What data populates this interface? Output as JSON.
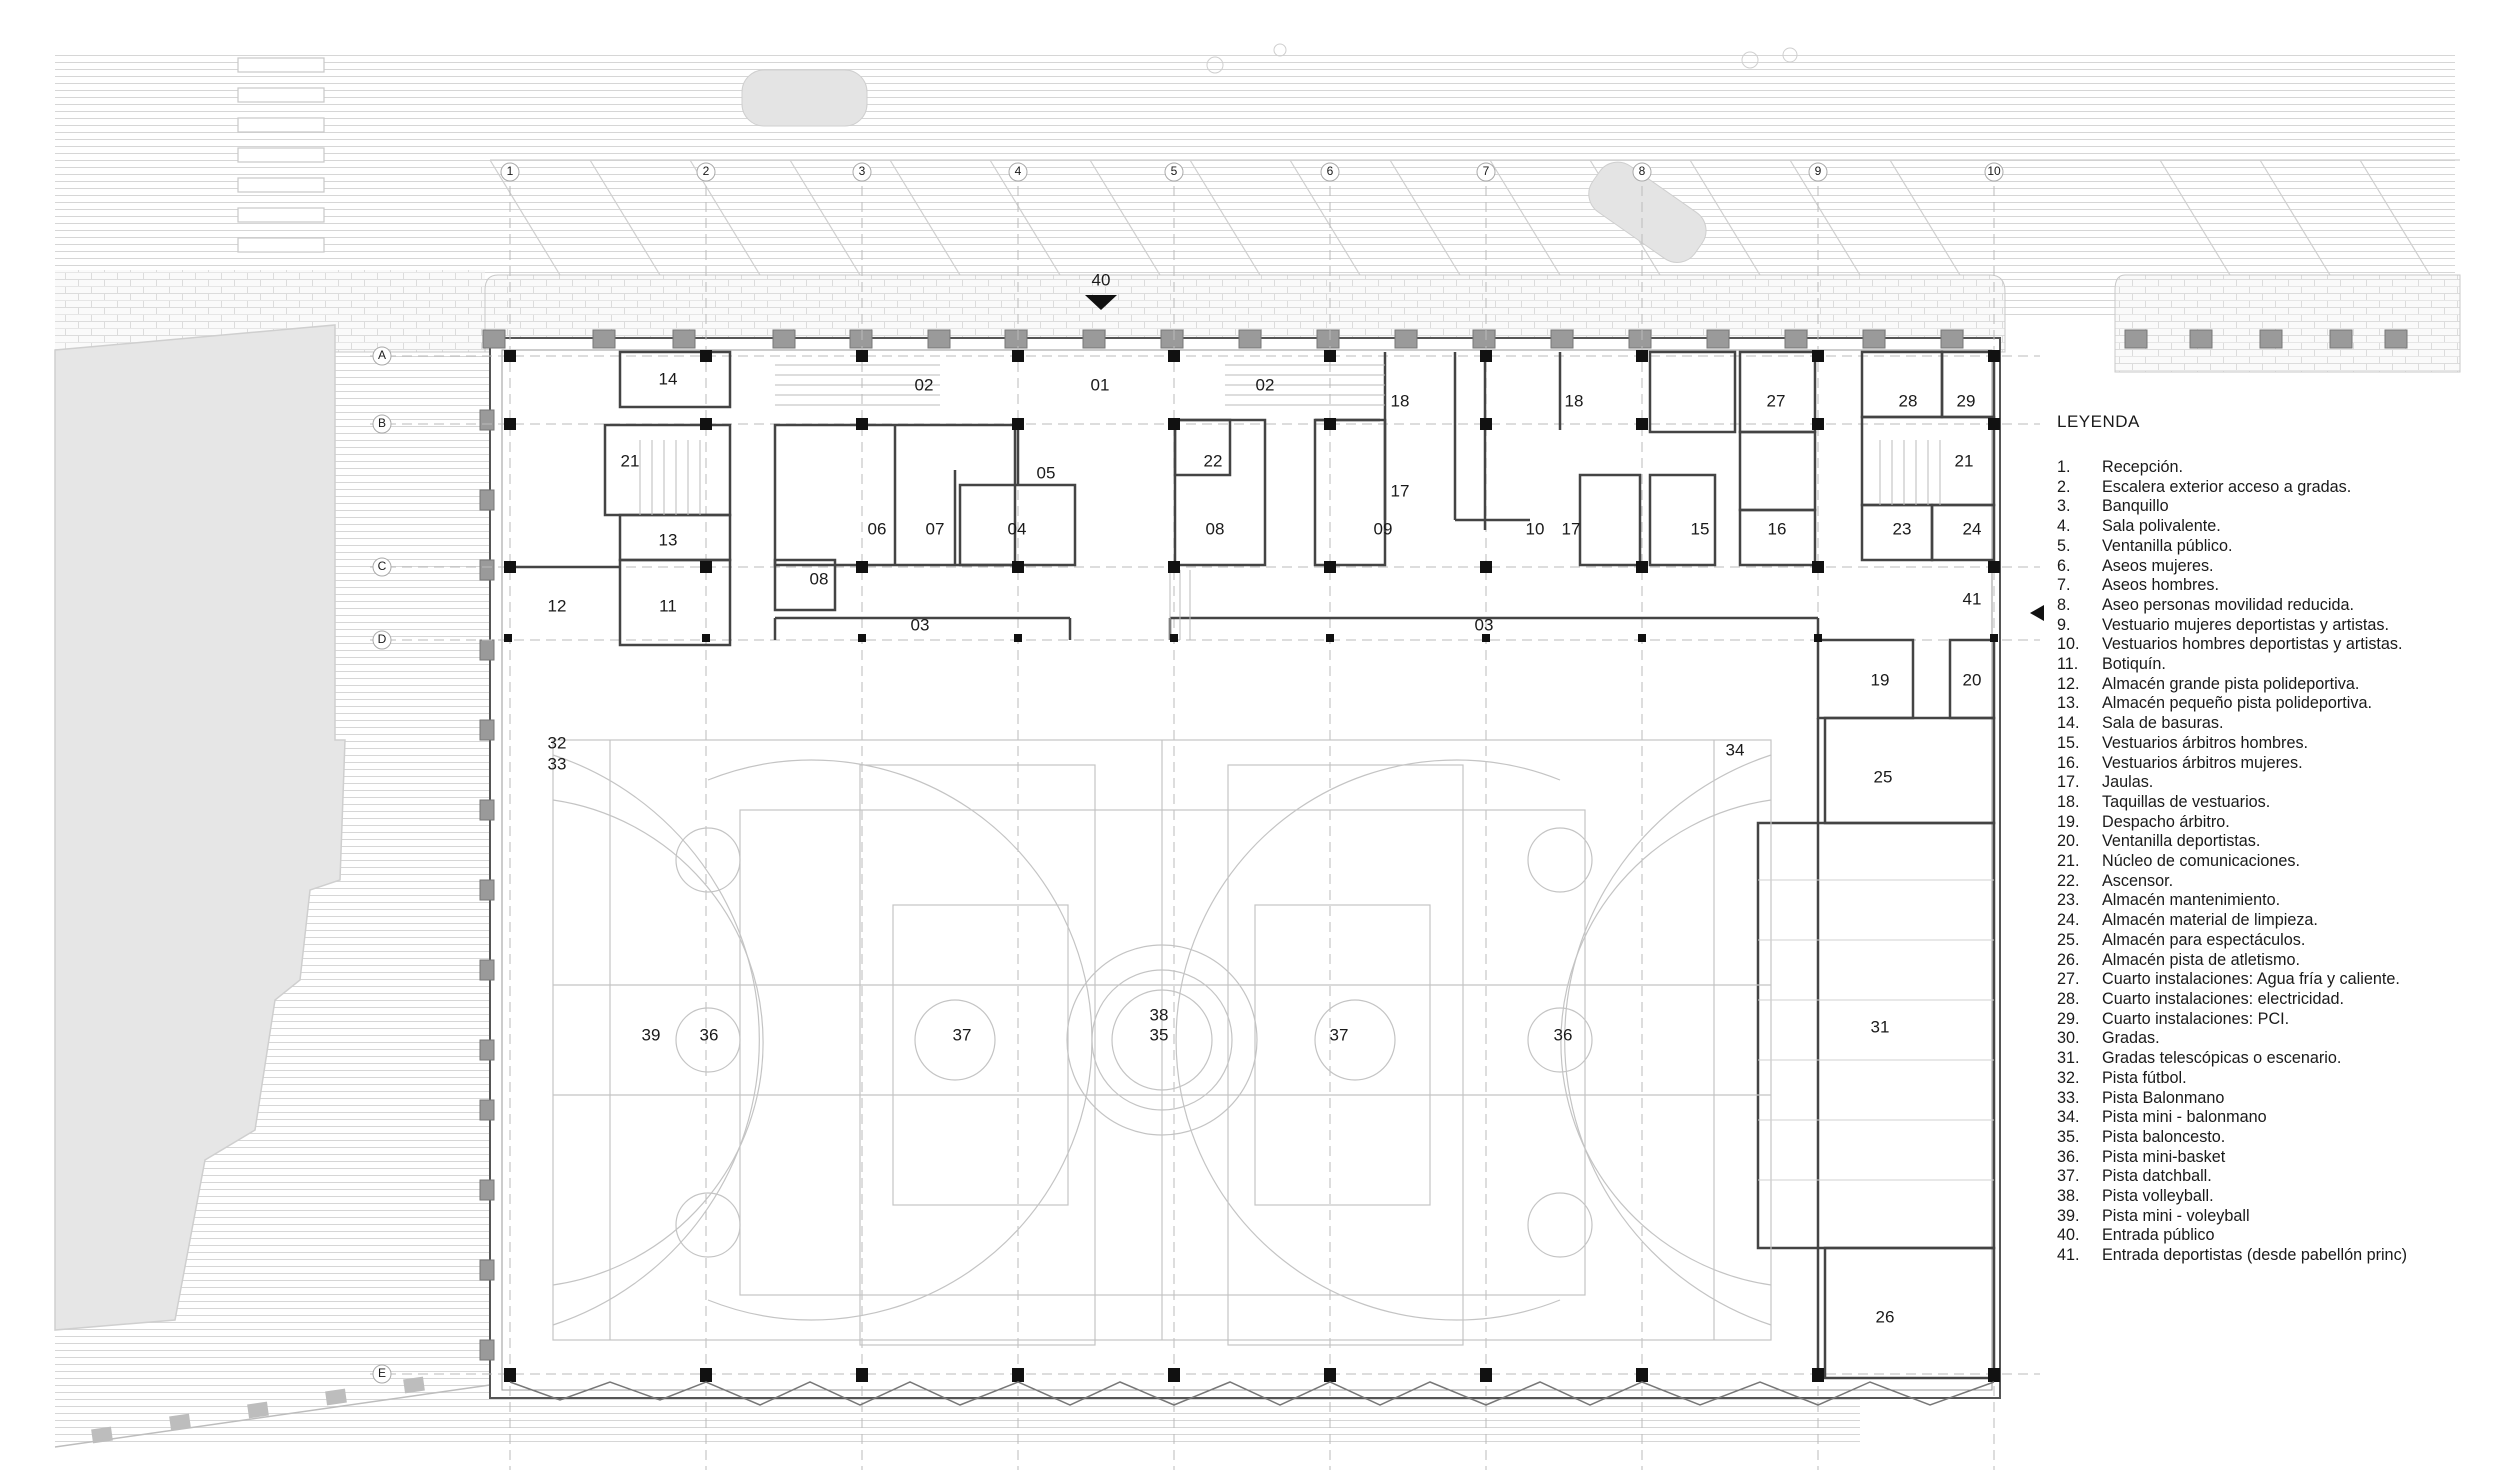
{
  "legend": {
    "title": "LEYENDA",
    "items": [
      {
        "num": "1.",
        "text": "Recepción."
      },
      {
        "num": "2.",
        "text": "Escalera exterior acceso a gradas."
      },
      {
        "num": "3.",
        "text": "Banquillo"
      },
      {
        "num": "4.",
        "text": "Sala polivalente."
      },
      {
        "num": "5.",
        "text": "Ventanilla público."
      },
      {
        "num": "6.",
        "text": "Aseos mujeres."
      },
      {
        "num": "7.",
        "text": "Aseos hombres."
      },
      {
        "num": "8.",
        "text": "Aseo personas movilidad reducida."
      },
      {
        "num": "9.",
        "text": "Vestuario mujeres deportistas y artistas."
      },
      {
        "num": "10.",
        "text": "Vestuarios hombres deportistas y artistas."
      },
      {
        "num": "11.",
        "text": "Botiquín."
      },
      {
        "num": "12.",
        "text": "Almacén grande pista polideportiva."
      },
      {
        "num": "13.",
        "text": "Almacén pequeño pista polideportiva."
      },
      {
        "num": "14.",
        "text": "Sala de basuras."
      },
      {
        "num": "15.",
        "text": "Vestuarios árbitros hombres."
      },
      {
        "num": "16.",
        "text": "Vestuarios árbitros mujeres."
      },
      {
        "num": "17.",
        "text": "Jaulas."
      },
      {
        "num": "18.",
        "text": "Taquillas de vestuarios."
      },
      {
        "num": "19.",
        "text": "Despacho árbitro."
      },
      {
        "num": "20.",
        "text": "Ventanilla deportistas."
      },
      {
        "num": "21.",
        "text": "Núcleo de comunicaciones."
      },
      {
        "num": "22.",
        "text": "Ascensor."
      },
      {
        "num": "23.",
        "text": "Almacén mantenimiento."
      },
      {
        "num": "24.",
        "text": "Almacén material de limpieza."
      },
      {
        "num": "25.",
        "text": "Almacén para espectáculos."
      },
      {
        "num": "26.",
        "text": "Almacén pista de atletismo."
      },
      {
        "num": "27.",
        "text": "Cuarto instalaciones: Agua fría y caliente."
      },
      {
        "num": "28.",
        "text": "Cuarto instalaciones: electricidad."
      },
      {
        "num": "29.",
        "text": "Cuarto instalaciones: PCI."
      },
      {
        "num": "30.",
        "text": "Gradas."
      },
      {
        "num": "31.",
        "text": "Gradas telescópicas o escenario."
      },
      {
        "num": "32.",
        "text": "Pista fútbol."
      },
      {
        "num": "33.",
        "text": "Pista Balonmano"
      },
      {
        "num": "34.",
        "text": "Pista mini - balonmano"
      },
      {
        "num": "35.",
        "text": "Pista baloncesto."
      },
      {
        "num": "36.",
        "text": "Pista mini-basket"
      },
      {
        "num": "37.",
        "text": "Pista datchball."
      },
      {
        "num": "38.",
        "text": "Pista volleyball."
      },
      {
        "num": "39.",
        "text": "Pista mini - voleyball"
      },
      {
        "num": "40.",
        "text": "Entrada público"
      },
      {
        "num": "41.",
        "text": "Entrada deportistas (desde pabellón princ)"
      }
    ]
  },
  "grid_axes": {
    "columns": [
      "1",
      "2",
      "3",
      "4",
      "5",
      "6",
      "7",
      "8",
      "9",
      "10"
    ],
    "rows": [
      "A",
      "B",
      "C",
      "D",
      "E"
    ]
  },
  "room_labels": [
    {
      "id": "r14",
      "text": "14"
    },
    {
      "id": "r02a",
      "text": "02"
    },
    {
      "id": "r01",
      "text": "01"
    },
    {
      "id": "r02b",
      "text": "02"
    },
    {
      "id": "r18a",
      "text": "18"
    },
    {
      "id": "r18b",
      "text": "18"
    },
    {
      "id": "r27",
      "text": "27"
    },
    {
      "id": "r28",
      "text": "28"
    },
    {
      "id": "r29",
      "text": "29"
    },
    {
      "id": "r21a",
      "text": "21"
    },
    {
      "id": "r05",
      "text": "05"
    },
    {
      "id": "r22",
      "text": "22"
    },
    {
      "id": "r21b",
      "text": "21"
    },
    {
      "id": "r17a",
      "text": "17"
    },
    {
      "id": "r06",
      "text": "06"
    },
    {
      "id": "r07",
      "text": "07"
    },
    {
      "id": "r04",
      "text": "04"
    },
    {
      "id": "r08a",
      "text": "08"
    },
    {
      "id": "r09",
      "text": "09"
    },
    {
      "id": "r10",
      "text": "10"
    },
    {
      "id": "r17b",
      "text": "17"
    },
    {
      "id": "r15",
      "text": "15"
    },
    {
      "id": "r16",
      "text": "16"
    },
    {
      "id": "r23",
      "text": "23"
    },
    {
      "id": "r24",
      "text": "24"
    },
    {
      "id": "r13",
      "text": "13"
    },
    {
      "id": "r08b",
      "text": "08"
    },
    {
      "id": "r12",
      "text": "12"
    },
    {
      "id": "r11",
      "text": "11"
    },
    {
      "id": "r03a",
      "text": "03"
    },
    {
      "id": "r03b",
      "text": "03"
    },
    {
      "id": "r41",
      "text": "41"
    },
    {
      "id": "r19",
      "text": "19"
    },
    {
      "id": "r20",
      "text": "20"
    },
    {
      "id": "r32",
      "text": "32"
    },
    {
      "id": "r33",
      "text": "33"
    },
    {
      "id": "r34",
      "text": "34"
    },
    {
      "id": "r25",
      "text": "25"
    },
    {
      "id": "r31",
      "text": "31"
    },
    {
      "id": "r39",
      "text": "39"
    },
    {
      "id": "r36a",
      "text": "36"
    },
    {
      "id": "r37a",
      "text": "37"
    },
    {
      "id": "r38",
      "text": "38"
    },
    {
      "id": "r35",
      "text": "35"
    },
    {
      "id": "r37b",
      "text": "37"
    },
    {
      "id": "r36b",
      "text": "36"
    },
    {
      "id": "r26",
      "text": "26"
    },
    {
      "id": "r40",
      "text": "40"
    }
  ]
}
